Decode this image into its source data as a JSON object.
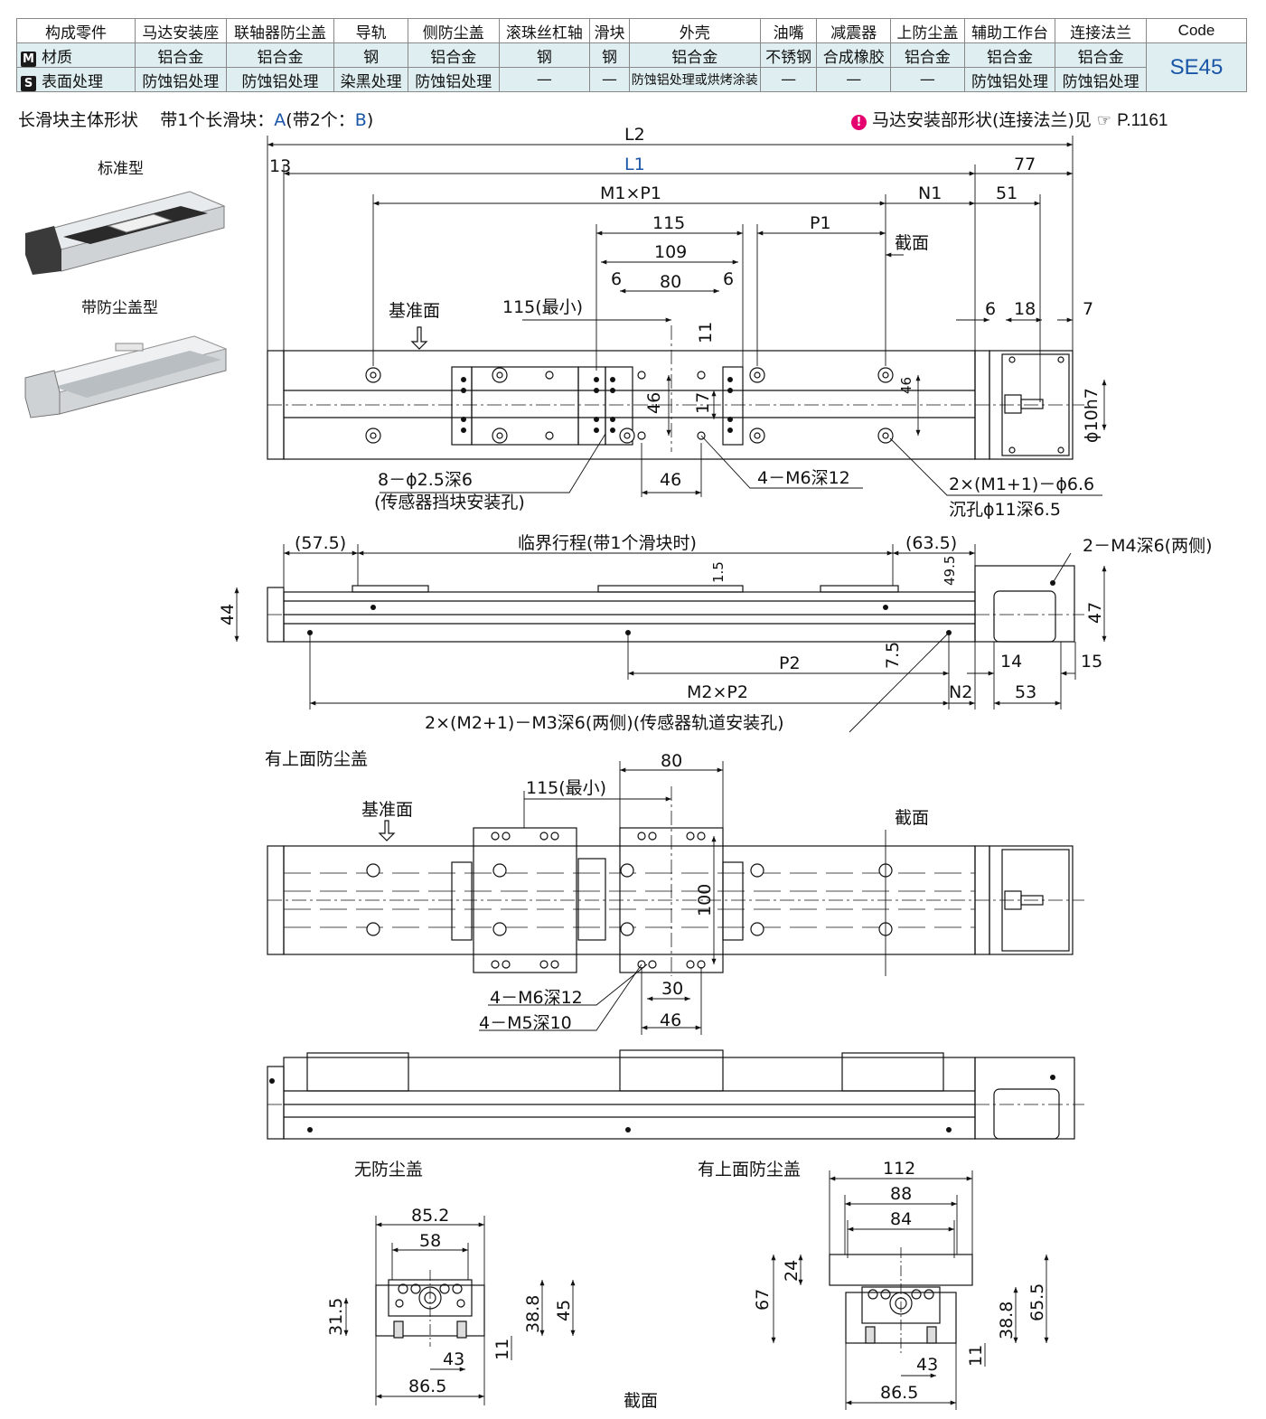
{
  "spec_table": {
    "headers": [
      "构成零件",
      "马达安装座",
      "联轴器防尘盖",
      "导轨",
      "侧防尘盖",
      "滚珠丝杠轴",
      "滑块",
      "外壳",
      "油嘴",
      "减震器",
      "上防尘盖",
      "辅助工作台",
      "连接法兰",
      "Code"
    ],
    "material_badge": "M",
    "material_label": "材质",
    "material": [
      "铝合金",
      "铝合金",
      "钢",
      "铝合金",
      "钢",
      "钢",
      "铝合金",
      "不锈钢",
      "合成橡胶",
      "铝合金",
      "铝合金",
      "铝合金"
    ],
    "surface_badge": "S",
    "surface_label": "表面处理",
    "surface": [
      "防蚀铝处理",
      "防蚀铝处理",
      "染黑处理",
      "防蚀铝处理",
      "—",
      "—",
      "防蚀铝处理或烘烤涂装",
      "—",
      "—",
      "—",
      "防蚀铝处理",
      "防蚀铝处理"
    ],
    "code": "SE45"
  },
  "heading": {
    "main": "长滑块主体形状",
    "variant_prefix": "带1个长滑块：",
    "variant_a": "A",
    "variant_mid": "(带2个：",
    "variant_b": "B",
    "variant_suffix": ")",
    "note_icon": "warning-icon",
    "note": "马达安装部形状(连接法兰)见",
    "ref_icon": "pointing-hand-icon",
    "ref": "P.1161"
  },
  "products": {
    "standard": "标准型",
    "dust_cover": "带防尘盖型"
  },
  "top_view": {
    "L2": "L2",
    "L1": "L1",
    "d13": "13",
    "d77": "77",
    "m1p1": "M1×P1",
    "N1": "N1",
    "d51": "51",
    "d115": "115",
    "P1": "P1",
    "d109": "109",
    "section": "截面",
    "d6a": "6",
    "d80": "80",
    "d6b": "6",
    "d115min": "115(最小)",
    "d11": "11",
    "datum": "基准面",
    "d6c": "6",
    "d18": "18",
    "d7": "7",
    "d46a": "46",
    "d17": "17",
    "d46b": "46",
    "phi10": "ϕ10h7",
    "d46c": "46",
    "hole1": "8－ϕ2.5深6",
    "hole1_note": "(传感器挡块安装孔)",
    "hole2": "4－M6深12",
    "hole3": "2×(M1+1)－ϕ6.6",
    "hole3_note": "沉孔ϕ11深6.5"
  },
  "side_view": {
    "d575": "(57.5)",
    "stroke": "临界行程(带1个滑块时)",
    "d635": "(63.5)",
    "m4": "2－M4深6(两侧)",
    "d15": "1.5",
    "d495": "49.5",
    "d44": "44",
    "d47": "47",
    "d75": "7.5",
    "P2": "P2",
    "d14": "14",
    "d15b": "15",
    "m2p2": "M2×P2",
    "N2": "N2",
    "d53": "53",
    "m3": "2×(M2+1)－M3深6(两侧)(传感器轨道安装孔)"
  },
  "cover_view": {
    "title": "有上面防尘盖",
    "d80": "80",
    "d115min": "115(最小)",
    "datum": "基准面",
    "section": "截面",
    "d100": "100",
    "m6": "4－M6深12",
    "m5": "4－M5深10",
    "d30": "30",
    "d46": "46"
  },
  "sections": {
    "left_title": "无防尘盖",
    "l_852": "85.2",
    "l_58": "58",
    "l_315": "31.5",
    "l_388": "38.8",
    "l_45": "45",
    "l_43": "43",
    "l_11": "11",
    "l_865": "86.5",
    "right_title": "有上面防尘盖",
    "r_112": "112",
    "r_88": "88",
    "r_84": "84",
    "r_24": "24",
    "r_67": "67",
    "r_388": "38.8",
    "r_655": "65.5",
    "r_43": "43",
    "r_11": "11",
    "r_865": "86.5",
    "caption": "截面"
  }
}
